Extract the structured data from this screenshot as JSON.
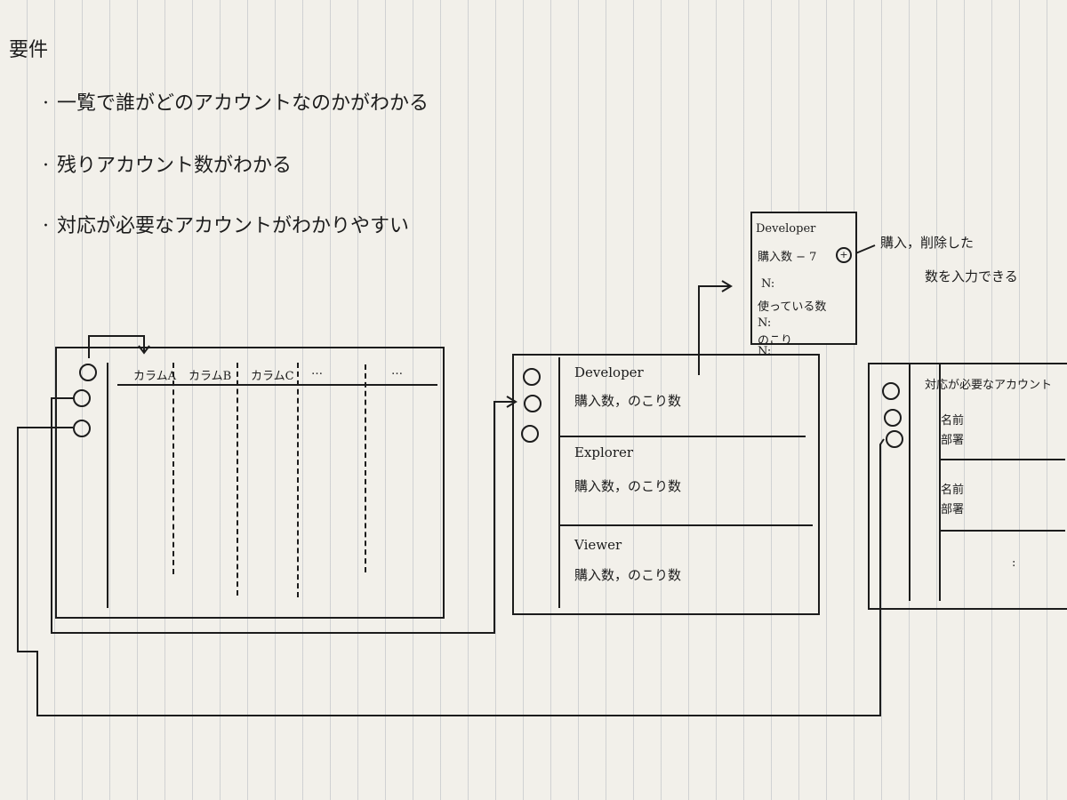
{
  "title": "要件",
  "requirements": [
    "一覧で誰がどのアカウントなのかがわかる",
    "残りアカウント数がわかる",
    "対応が必要なアカウントがわかりやすい"
  ],
  "screen1": {
    "columns": [
      "カラムA",
      "カラムB",
      "カラムC",
      "…",
      "…"
    ]
  },
  "screen2": {
    "sections": [
      {
        "name": "Developer",
        "detail": "購入数，のこり数"
      },
      {
        "name": "Explorer",
        "detail": "購入数，のこり数"
      },
      {
        "name": "Viewer",
        "detail": "購入数，のこり数"
      }
    ]
  },
  "popup": {
    "name": "Developer",
    "count_line": "購入数 − 7",
    "plus": "+",
    "n1": "N:",
    "using": "使っている数",
    "n2": "N:",
    "remain": "のこり",
    "n3": "N:"
  },
  "annotation": {
    "line1": "購入，削除した",
    "line2": "数を入力できる"
  },
  "screen3": {
    "heading": "対応が必要なアカウント",
    "items": [
      {
        "line1": "名前",
        "line2": "部署"
      },
      {
        "line1": "名前",
        "line2": "部署"
      }
    ],
    "more": ":"
  }
}
